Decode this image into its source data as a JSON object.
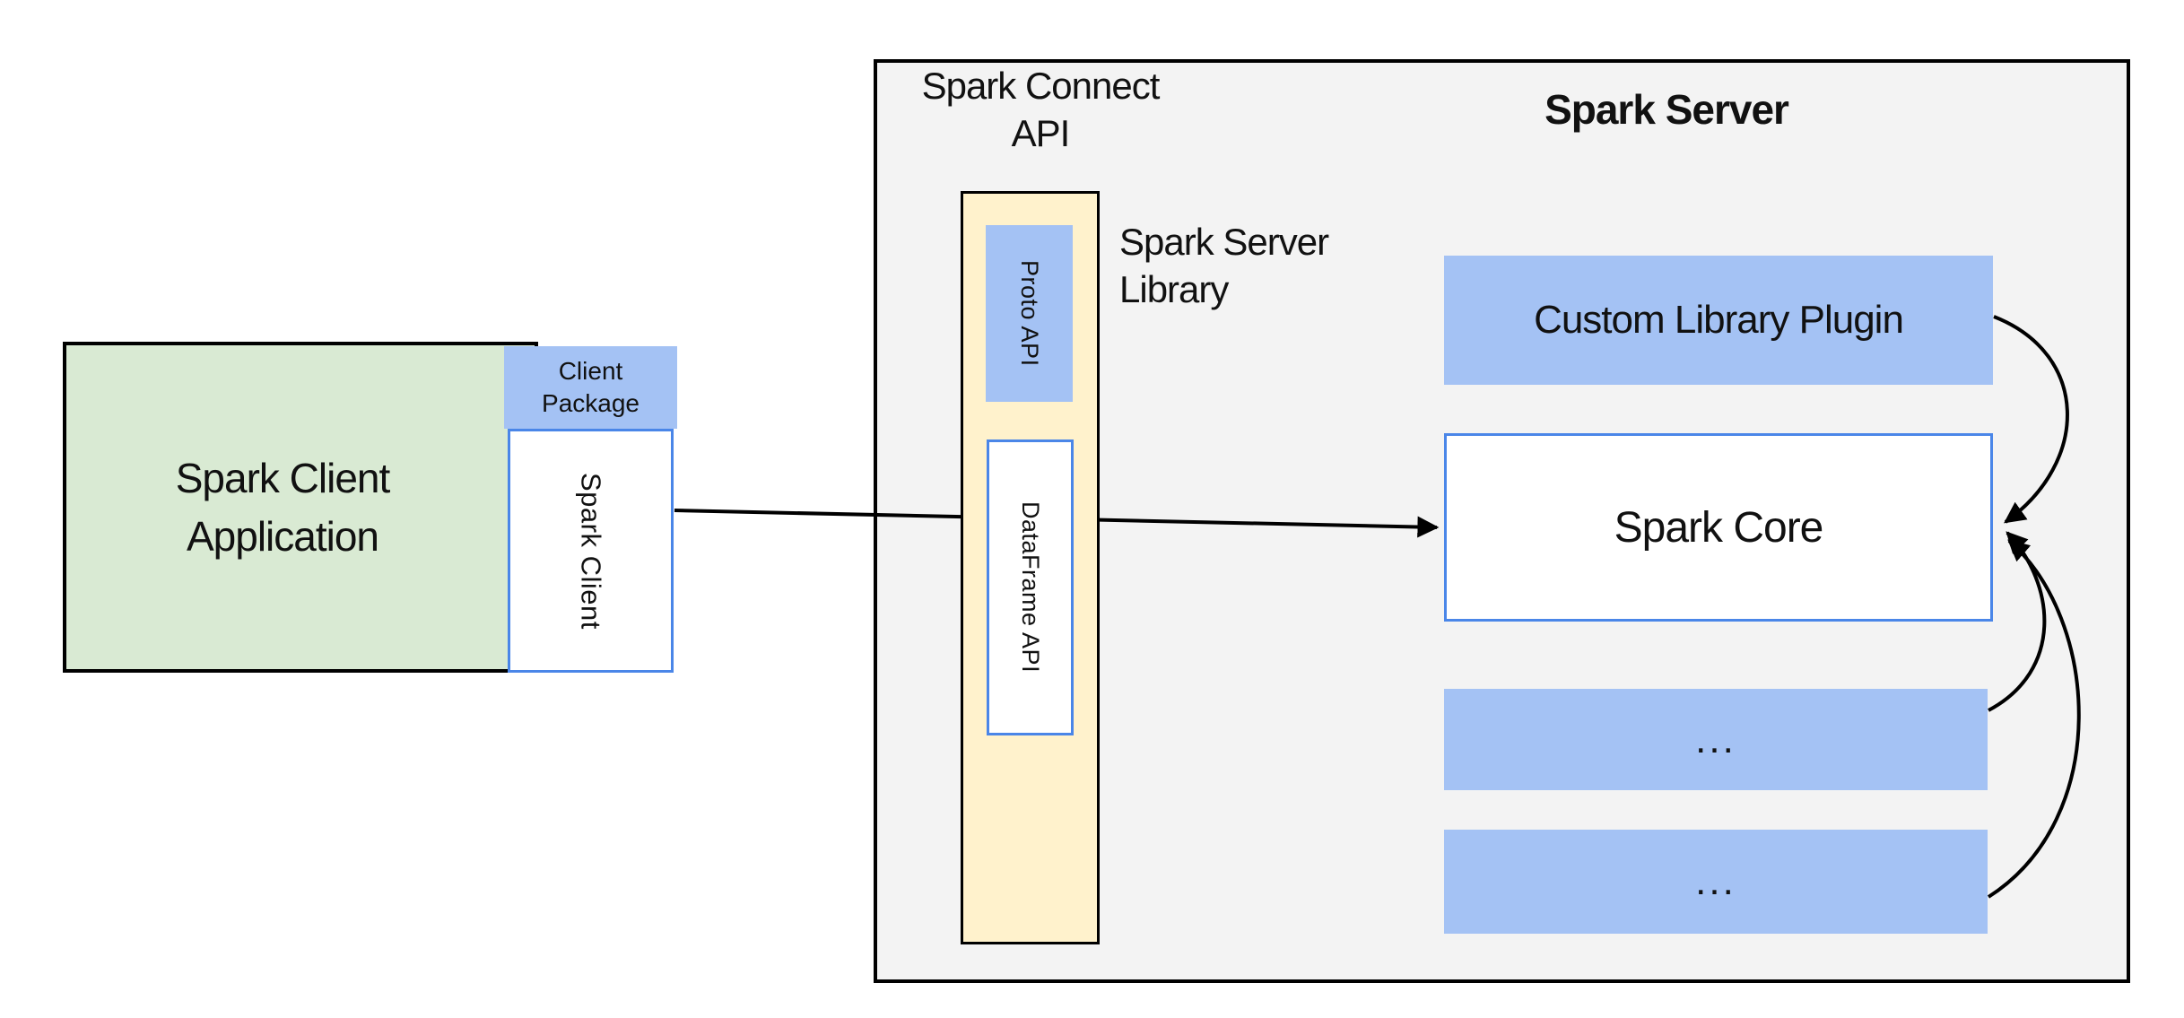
{
  "colors": {
    "box_blue_fill": "#a4c2f4",
    "box_blue_border": "#4a86e8",
    "green_fill": "#d9ead3",
    "yellow_fill": "#fff2cc",
    "gray_fill": "#f3f3f3",
    "outline_black": "#000000"
  },
  "client": {
    "app_line1": "Spark Client",
    "app_line2": "Application",
    "package_line1": "Client",
    "package_line2": "Package",
    "spark_client": "Spark Client"
  },
  "connect": {
    "title_line1": "Spark Connect",
    "title_line2": "API",
    "proto_api": "Proto API",
    "dataframe_api": "DataFrame API",
    "library_line1": "Spark Server",
    "library_line2": "Library"
  },
  "server": {
    "title": "Spark Server",
    "custom_plugin": "Custom Library Plugin",
    "core": "Spark Core",
    "more_top": "...",
    "more_bottom": "..."
  }
}
